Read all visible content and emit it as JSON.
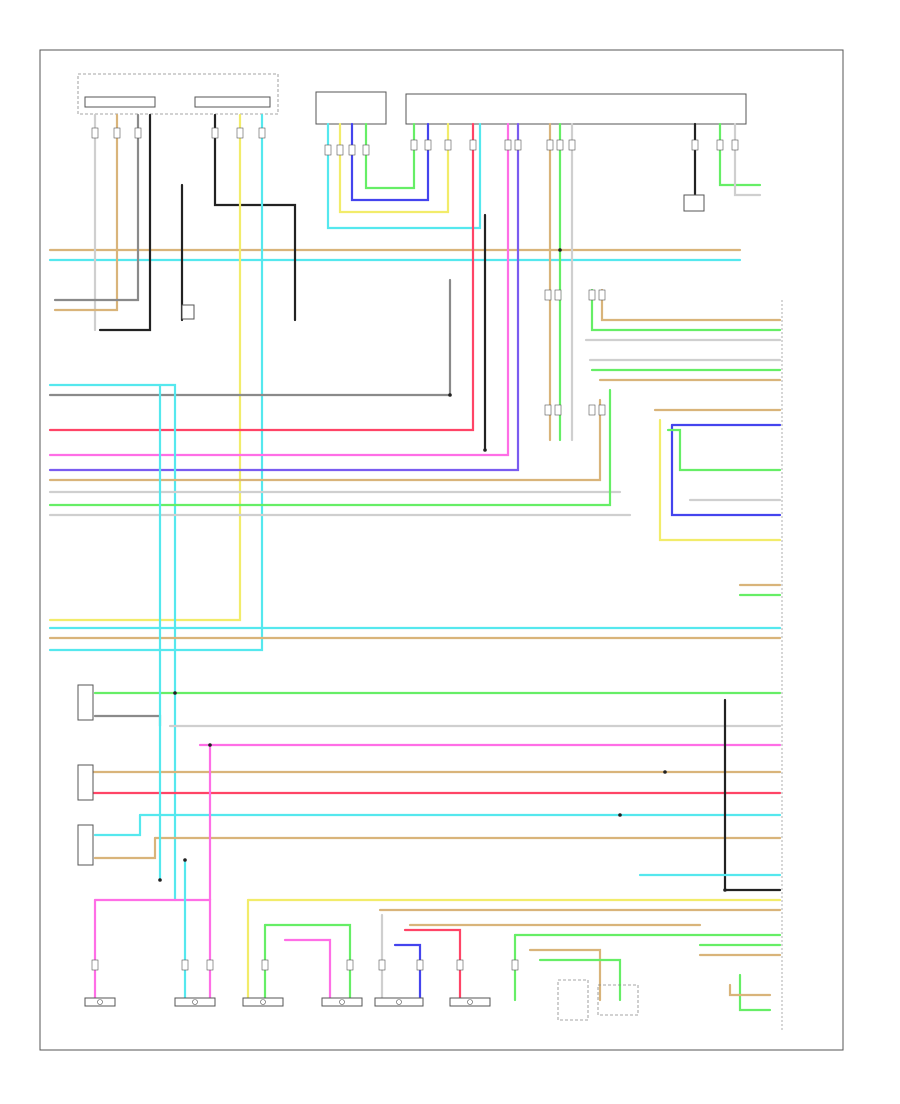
{
  "diagram": {
    "footer_code": "",
    "colors": {
      "black": "#222222",
      "grey": "#8a8a8a",
      "white": "#cfcfcf",
      "yellow": "#f2ec6a",
      "cyan": "#55e8ee",
      "light_green": "#66ee66",
      "green": "#6ddc5a",
      "blue": "#4444ee",
      "violet": "#7a5cf0",
      "pink": "#ff6ee6",
      "red": "#ff4466",
      "tan": "#d9b47a",
      "orange": "#e8a060"
    },
    "components": [
      {
        "id": "fuse-junction",
        "label": ""
      },
      {
        "id": "control-unit",
        "label": ""
      },
      {
        "id": "main-amp",
        "label": ""
      },
      {
        "id": "right-speaker-group",
        "label": ""
      },
      {
        "id": "left-rear-door-speaker",
        "label": ""
      },
      {
        "id": "right-rear-door-speaker",
        "label": ""
      },
      {
        "id": "left-front-speaker",
        "label": ""
      },
      {
        "id": "right-front-speaker",
        "label": ""
      },
      {
        "id": "left-tweeter",
        "label": ""
      },
      {
        "id": "right-tweeter",
        "label": ""
      },
      {
        "id": "center-speaker",
        "label": ""
      },
      {
        "id": "subwoofer",
        "label": ""
      }
    ]
  }
}
